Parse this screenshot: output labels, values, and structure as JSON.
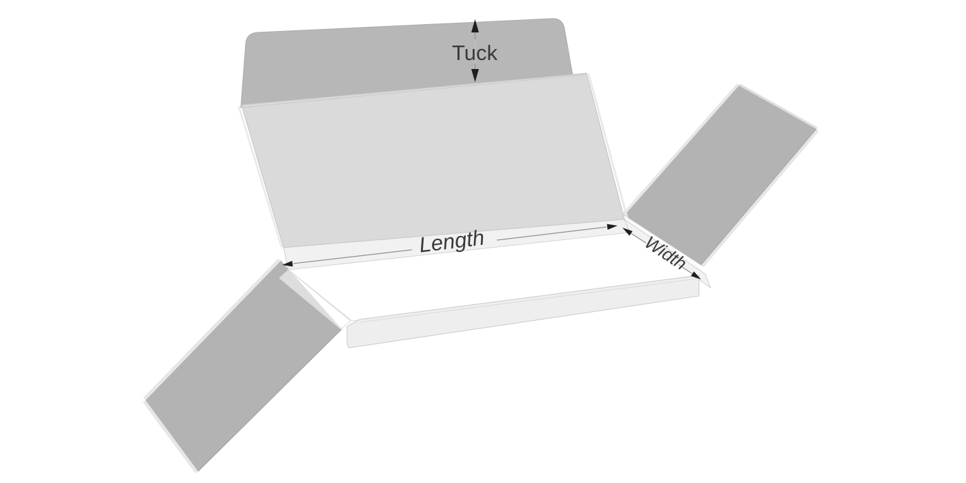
{
  "diagram": {
    "type": "3d-open-box-template",
    "description_of_rendered_scene": "open shallow box with raised lid panel, rounded-corner tuck flap, two folded-out side flaps, and dimension annotations"
  },
  "labels": {
    "tuck": "Tuck",
    "length": "Length",
    "width": "Width"
  },
  "annotations": {
    "tuck_dimension": "vertical double-headed arrow",
    "length_dimension": "dimension line with outward arrowheads",
    "width_dimension": "diagonal dimension line with outward arrowheads"
  },
  "colors": {
    "background": "#ffffff",
    "flap_gray": "#b3b3b3",
    "tuck_gray": "#b7b7b7",
    "lid_gray": "#dadada",
    "wall_light": "#f1f1f1",
    "front_wall": "#eeeeee",
    "floor_white": "#ffffff",
    "outline": "#c2c2c2",
    "edge_highlight": "#e6e6e6",
    "edge_shadow": "#a8a8a8",
    "label_text": "#3a3a3a",
    "dimension_line": "#8f8f8f",
    "arrowhead": "#1e1e1e"
  }
}
